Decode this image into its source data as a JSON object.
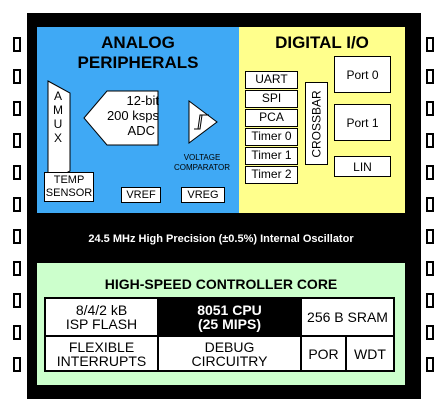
{
  "analog": {
    "title_line1": "ANALOG",
    "title_line2": "PERIPHERALS",
    "amux": "AMUX",
    "adc_line1": "12-bit",
    "adc_line2": "200 ksps",
    "adc_line3": "ADC",
    "comparator_line1": "VOLTAGE",
    "comparator_line2": "COMPARATOR",
    "temp_line1": "TEMP",
    "temp_line2": "SENSOR",
    "vref": "VREF",
    "vreg": "VREG"
  },
  "digital": {
    "title": "DIGITAL I/O",
    "peripherals": [
      "UART",
      "SPI",
      "PCA",
      "Timer 0",
      "Timer 1",
      "Timer 2"
    ],
    "crossbar": "CROSSBAR",
    "ports": [
      "Port 0",
      "Port 1"
    ],
    "lin": "LIN"
  },
  "oscillator": {
    "label": "24.5 MHz High Precision (±0.5%) Internal Oscillator"
  },
  "core": {
    "title": "HIGH-SPEED CONTROLLER CORE",
    "flash_line1": "8/4/2 kB",
    "flash_line2": "ISP FLASH",
    "cpu_line1": "8051 CPU",
    "cpu_line2": "(25 MIPS)",
    "sram": "256 B SRAM",
    "interrupts_line1": "FLEXIBLE",
    "interrupts_line2": "INTERRUPTS",
    "debug_line1": "DEBUG",
    "debug_line2": "CIRCUITRY",
    "por": "POR",
    "wdt": "WDT"
  },
  "colors": {
    "analog_bg": "#3fa9f5",
    "digital_bg": "#ffff8c",
    "core_bg": "#ccffcc",
    "chip_body": "#000000"
  }
}
